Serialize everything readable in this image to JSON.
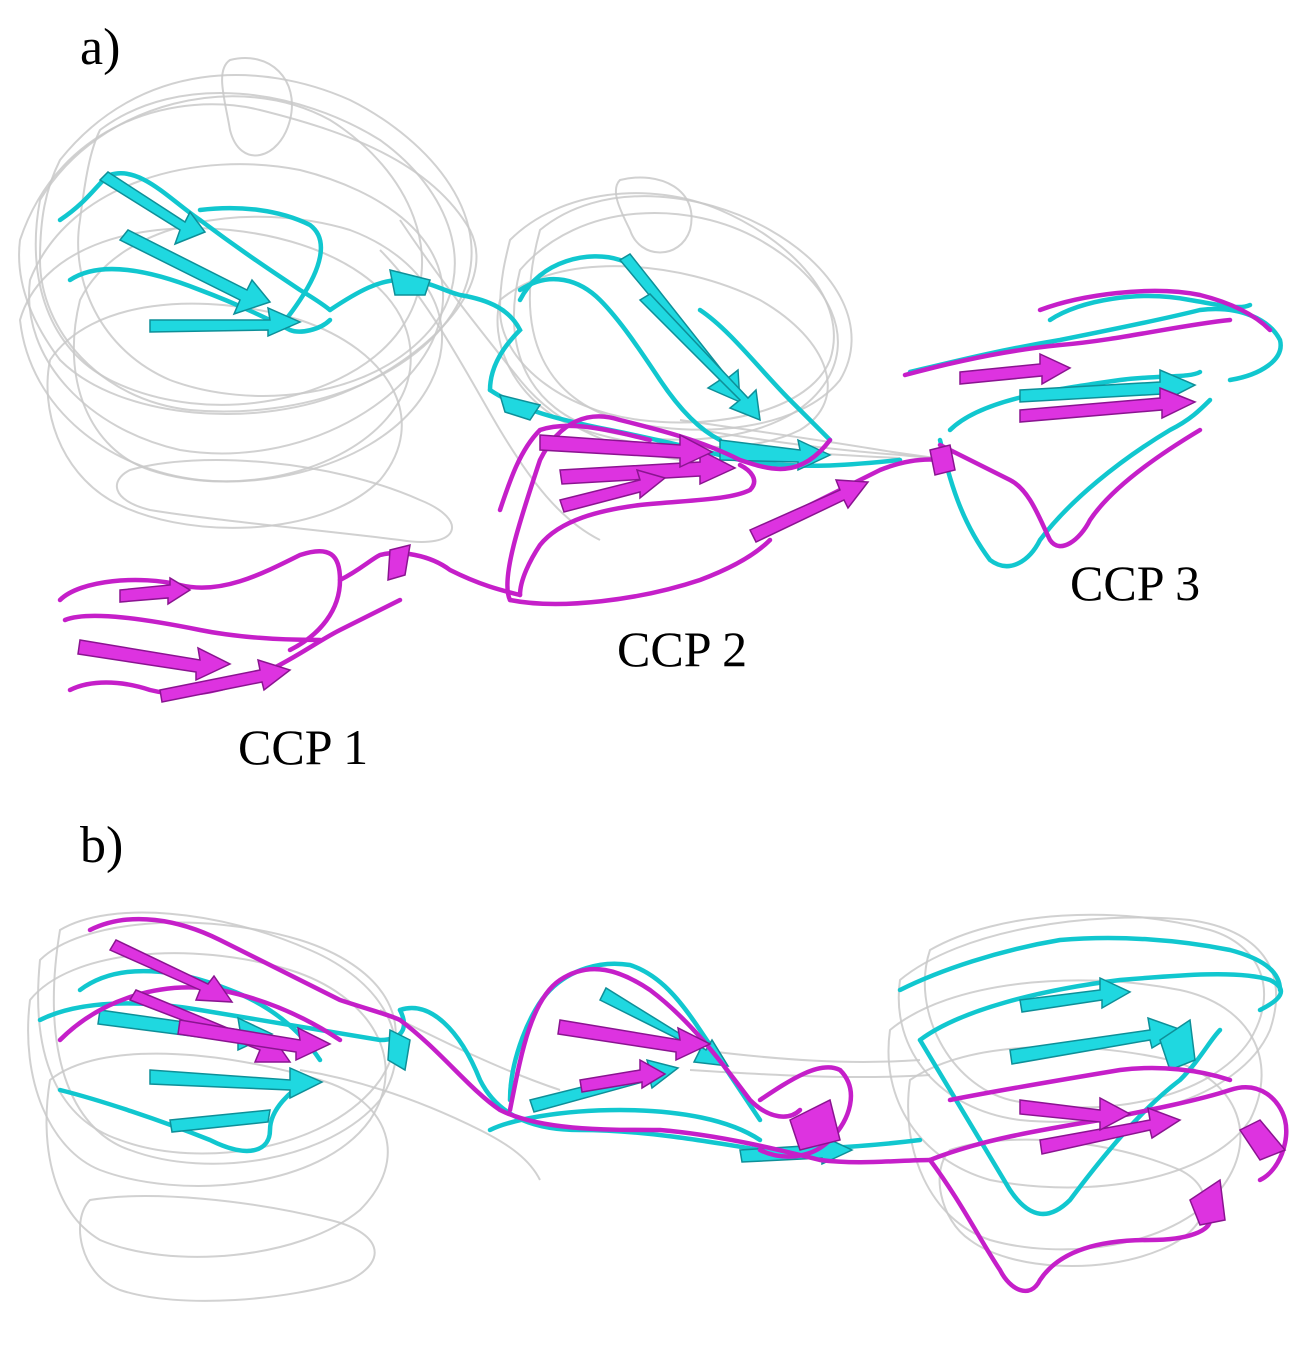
{
  "panels": [
    {
      "label": "a)"
    },
    {
      "label": "b)"
    }
  ],
  "domain_labels": {
    "ccp1": "CCP 1",
    "ccp2": "CCP 2",
    "ccp3": "CCP 3"
  },
  "colors": {
    "ensemble": "#c9c9c9",
    "structure_a": "#1fd8e0",
    "structure_b": "#dd33e0",
    "background": "#ffffff"
  }
}
